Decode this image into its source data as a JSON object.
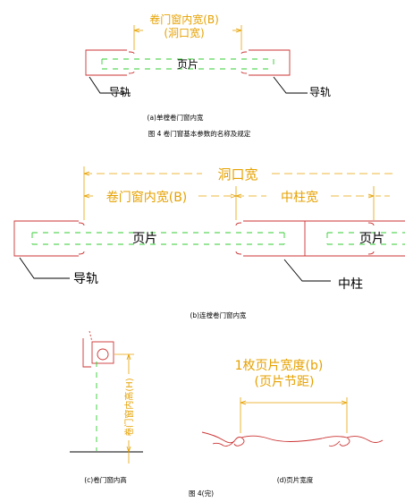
{
  "figure_a": {
    "dim_label_line1": "卷门窗内宽(B)",
    "dim_label_line2": "(洞口宽)",
    "leaf_label": "页片",
    "rail_label_left": "导轨",
    "rail_label_right": "导轨",
    "subcaption": "(a)单樘卷门窗内宽",
    "caption": "图 4    卷门窗基本参数的名称及规定"
  },
  "figure_b": {
    "dim_opening": "洞口宽",
    "dim_inner": "卷门窗内宽(B)",
    "dim_mullion": "中柱宽",
    "leaf_label_left": "页片",
    "leaf_label_right": "页片",
    "rail_label": "导轨",
    "mullion_label": "中柱",
    "subcaption": "(b)连樘卷门窗内宽"
  },
  "figure_c": {
    "dim_label": "卷门窗内高(H)",
    "subcaption": "(c)卷门窗内高"
  },
  "figure_d": {
    "dim_line1": "1枚页片宽度(b)",
    "dim_line2": "(页片节距)",
    "subcaption": "(d)页片宽度"
  },
  "footer_caption": "图 4(完)",
  "colors": {
    "dimension": "#e6a100",
    "outline": "#cc3333",
    "slat": "#33cc33",
    "leader": "#000000"
  }
}
